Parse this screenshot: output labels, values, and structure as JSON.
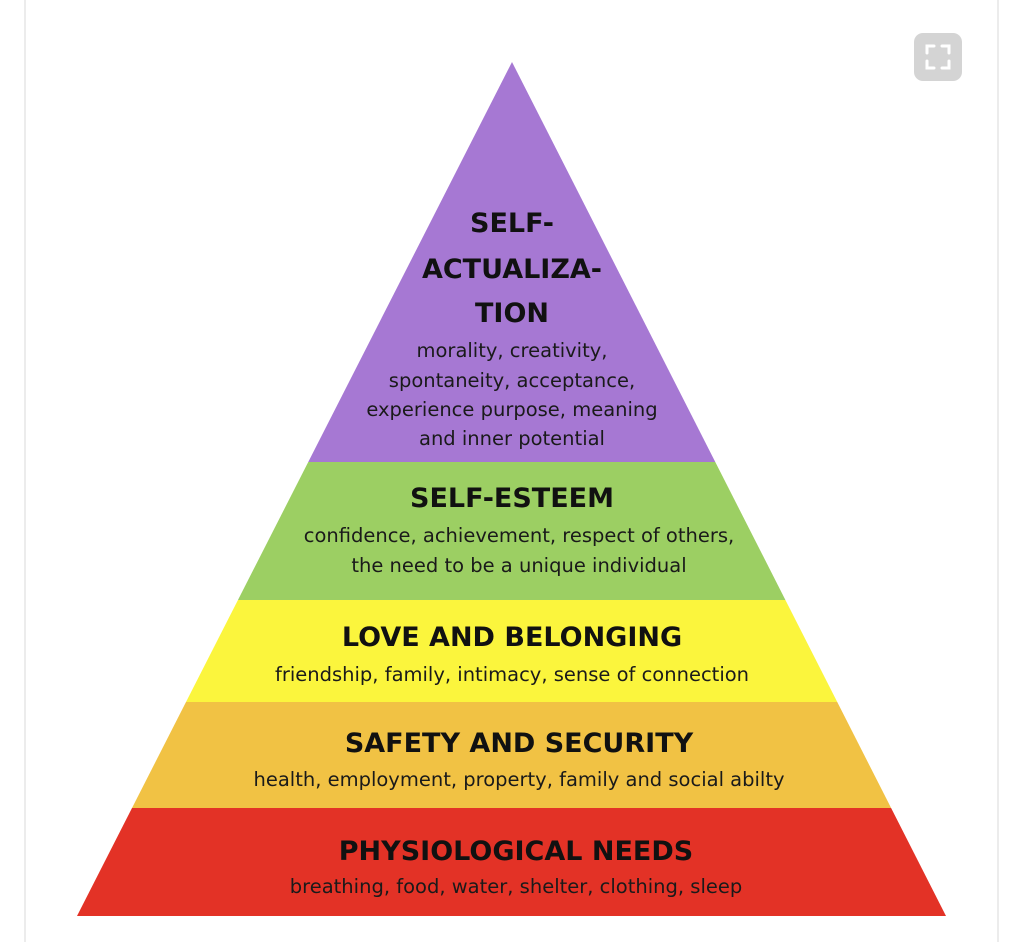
{
  "title": "Maslow's hierarchy of needs",
  "expand_button": {
    "icon": "expand-icon"
  },
  "levels": [
    {
      "title_lines": [
        "SELF-",
        "ACTUALIZA-",
        "TION"
      ],
      "desc_lines": [
        "morality, creativity,",
        "spontaneity, acceptance,",
        "experience purpose, meaning",
        "and inner potential"
      ],
      "color": "#a678d3"
    },
    {
      "title_lines": [
        "SELF-ESTEEM"
      ],
      "desc_lines": [
        "confidence, achievement, respect of others,",
        "the need to be a unique individual"
      ],
      "color": "#9ccf63"
    },
    {
      "title_lines": [
        "LOVE AND BELONGING"
      ],
      "desc_lines": [
        "friendship, family, intimacy, sense of connection"
      ],
      "color": "#fbf53d"
    },
    {
      "title_lines": [
        "SAFETY AND SECURITY"
      ],
      "desc_lines": [
        "health, employment, property, family and social abilty"
      ],
      "color": "#f1c244"
    },
    {
      "title_lines": [
        "PHYSIOLOGICAL NEEDS"
      ],
      "desc_lines": [
        "breathing, food, water, shelter, clothing, sleep"
      ],
      "color": "#e33226"
    }
  ]
}
